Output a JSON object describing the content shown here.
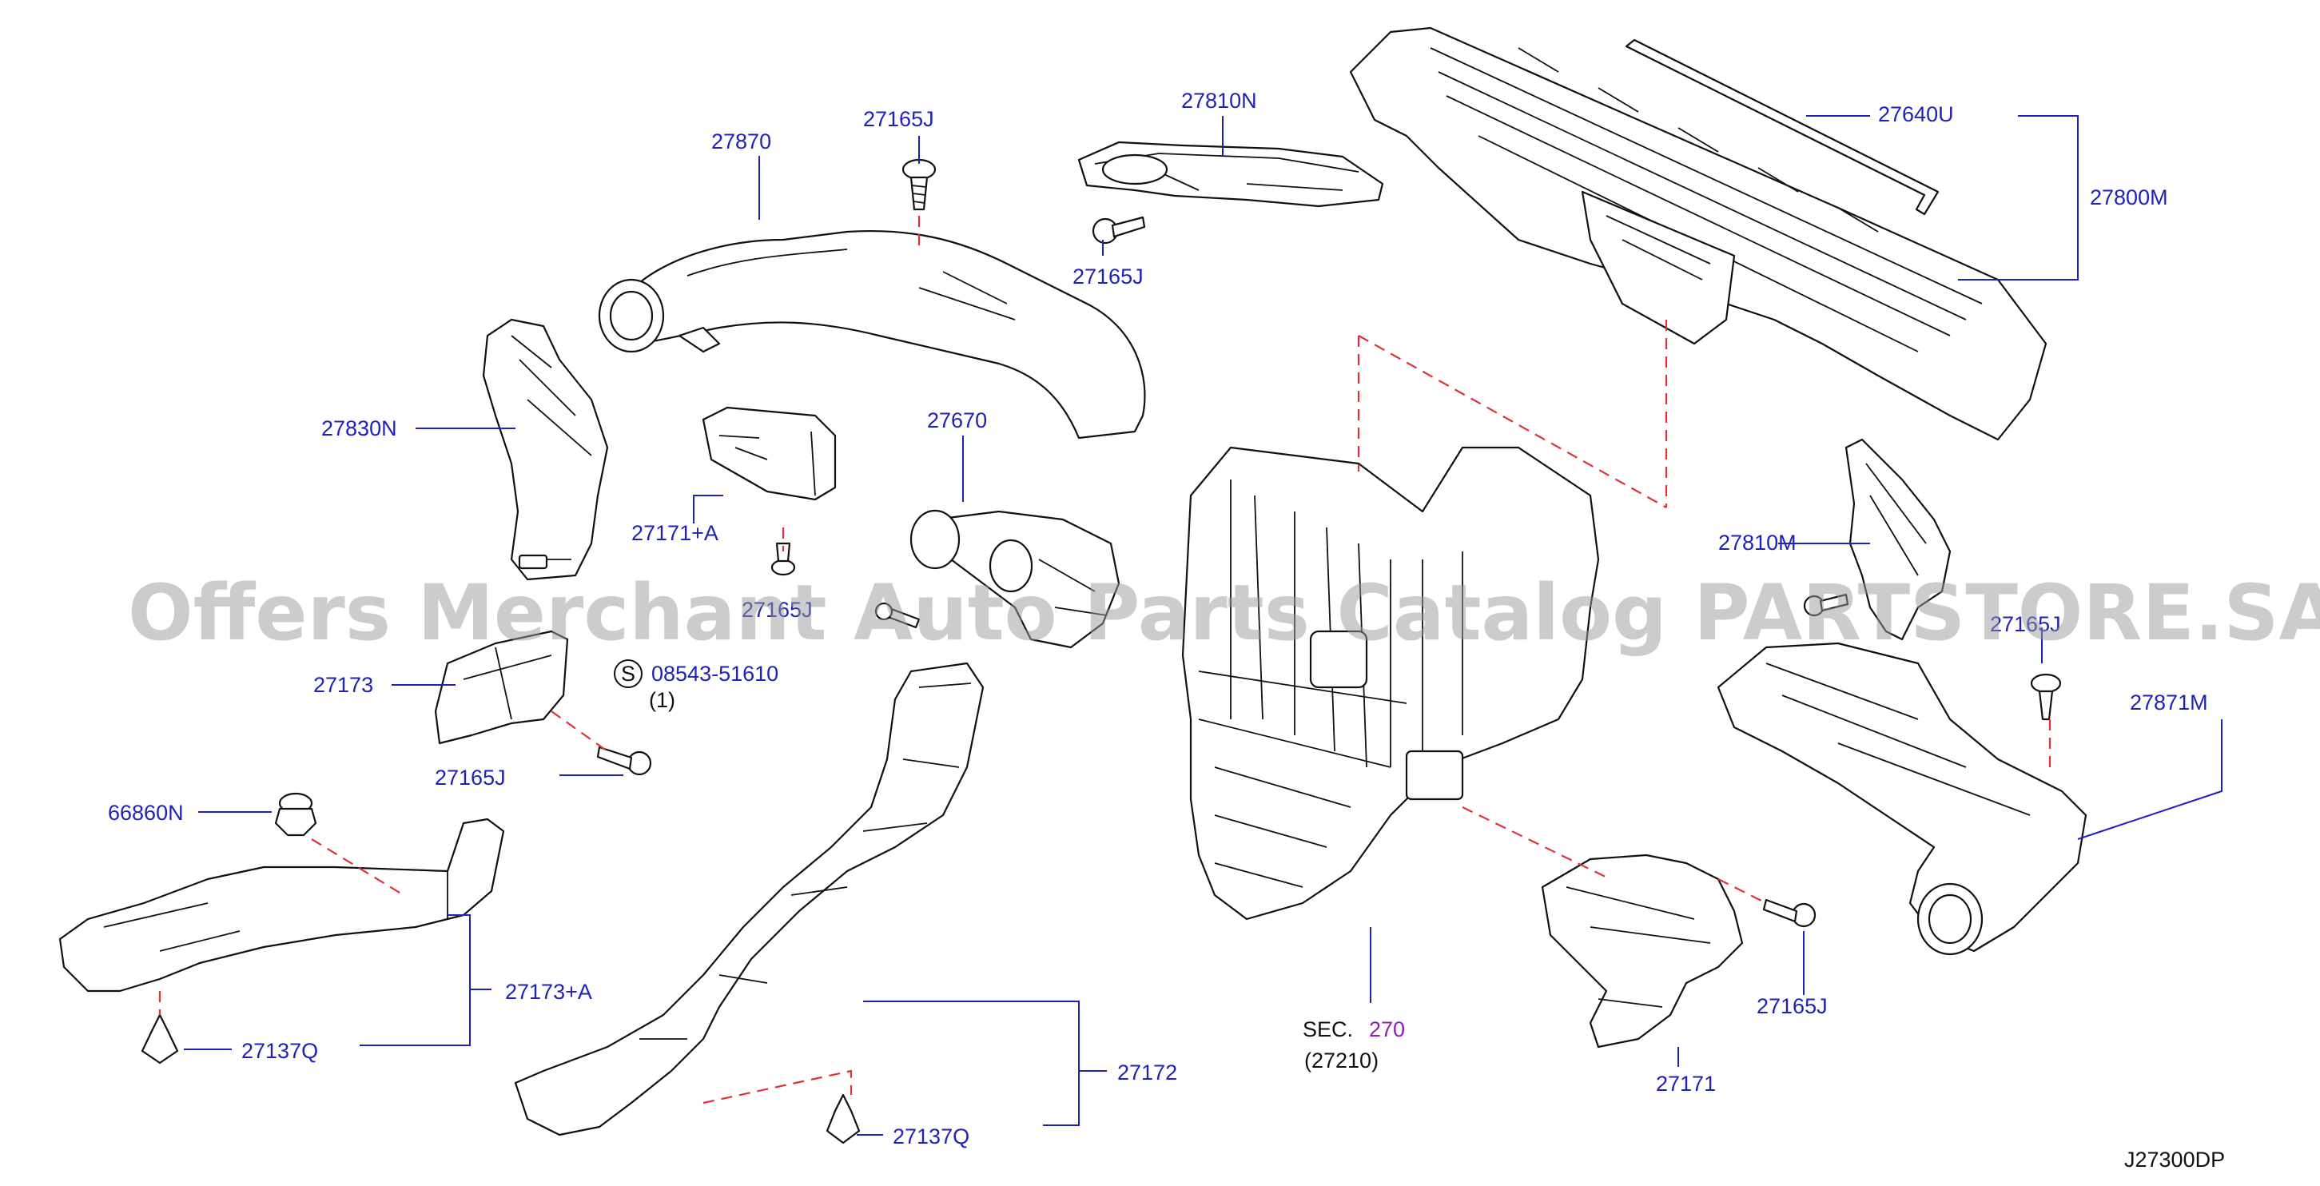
{
  "watermark": "Offers Merchant Auto Parts Catalog PARTSTORE.SA",
  "diagram_code": "J27300DP",
  "labels": {
    "p27870": "27870",
    "p27165J_a": "27165J",
    "p27810N": "27810N",
    "p27165J_b": "27165J",
    "p27640U": "27640U",
    "p27800M": "27800M",
    "p27830N": "27830N",
    "p27670": "27670",
    "p27171A": "27171+A",
    "p27165J_c": "27165J",
    "p27810M": "27810M",
    "p27165J_d": "27165J",
    "p27173": "27173",
    "p08543": "08543-51610",
    "qty08543": "(1)",
    "s_mark": "S",
    "p27165J_e": "27165J",
    "p27871M": "27871M",
    "p66860N": "66860N",
    "p27173A": "27173+A",
    "p27137Q_a": "27137Q",
    "p27172": "27172",
    "p27137Q_b": "27137Q",
    "sec_prefix": "SEC.",
    "sec_number": "270",
    "sec_ref": "(27210)",
    "p27171": "27171",
    "p27165J_f": "27165J"
  },
  "colors": {
    "label_blue": "#1f22b8",
    "section_purple": "#8a1fb0",
    "dash_red": "#e0303a",
    "outline": "#111111"
  }
}
